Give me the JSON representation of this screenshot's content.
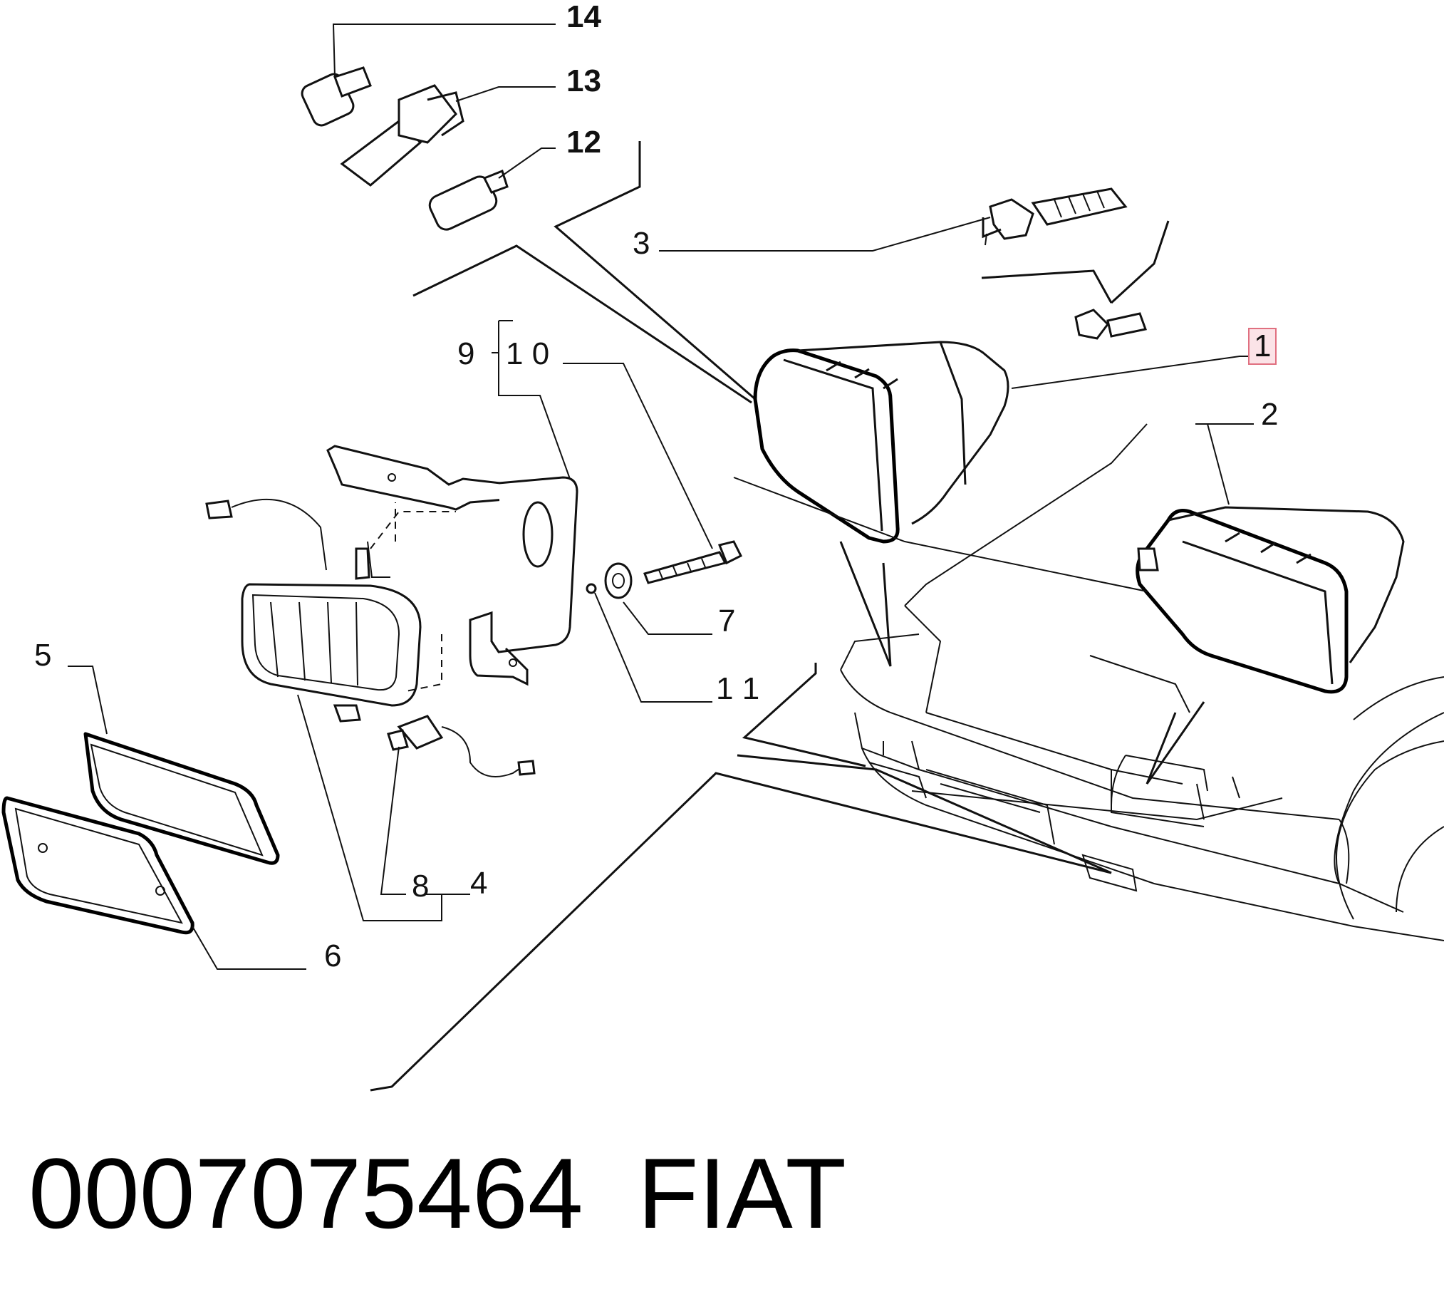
{
  "callouts": {
    "c1": "1",
    "c2": "2",
    "c3": "3",
    "c4": "4",
    "c5": "5",
    "c6": "6",
    "c7": "7",
    "c8": "8",
    "c9": "9",
    "c10": "1 0",
    "c11": "1 1",
    "c12": "12",
    "c13": "13",
    "c14": "14"
  },
  "footer": {
    "part_number": "0007075464",
    "brand": "FIAT"
  },
  "colors": {
    "line": "#111111",
    "highlight_border": "#e07080",
    "highlight_fill": "#fbe3e7"
  }
}
